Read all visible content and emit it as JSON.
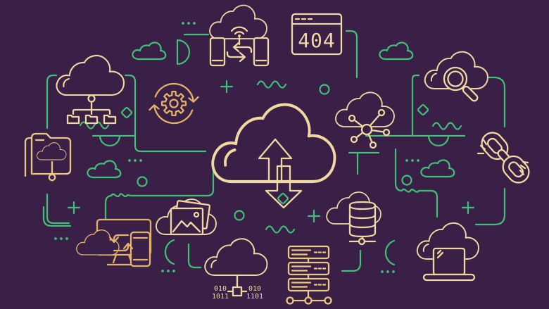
{
  "illustration": {
    "title": "cloud-computing-line-illustration",
    "colors": {
      "background": "#3A1F47",
      "cream": "#EFD9A0",
      "gold": "#E2B368",
      "teal": "#40BF78"
    },
    "error_window": {
      "code": "404"
    },
    "binary_cloud": {
      "left_top": "010",
      "left_bottom": "1011",
      "right_top": "010",
      "right_bottom": "1101"
    },
    "icons": [
      "cloud-hierarchy",
      "sync-gear",
      "cloud-device-sync",
      "error-404-window",
      "cloud-search",
      "cloud-network",
      "chain-link",
      "folder-cloud",
      "cloud-transfer",
      "monitor-cloud-phone-sync",
      "cloud-photos",
      "cloud-binary",
      "server-rack",
      "cloud-database",
      "cloud-laptop"
    ],
    "decorations": [
      "small-cloud",
      "plus-sign",
      "ring",
      "diamond",
      "squiggle",
      "dot-trio",
      "arc",
      "dome-line",
      "circuit-trace",
      "sparkle"
    ]
  }
}
